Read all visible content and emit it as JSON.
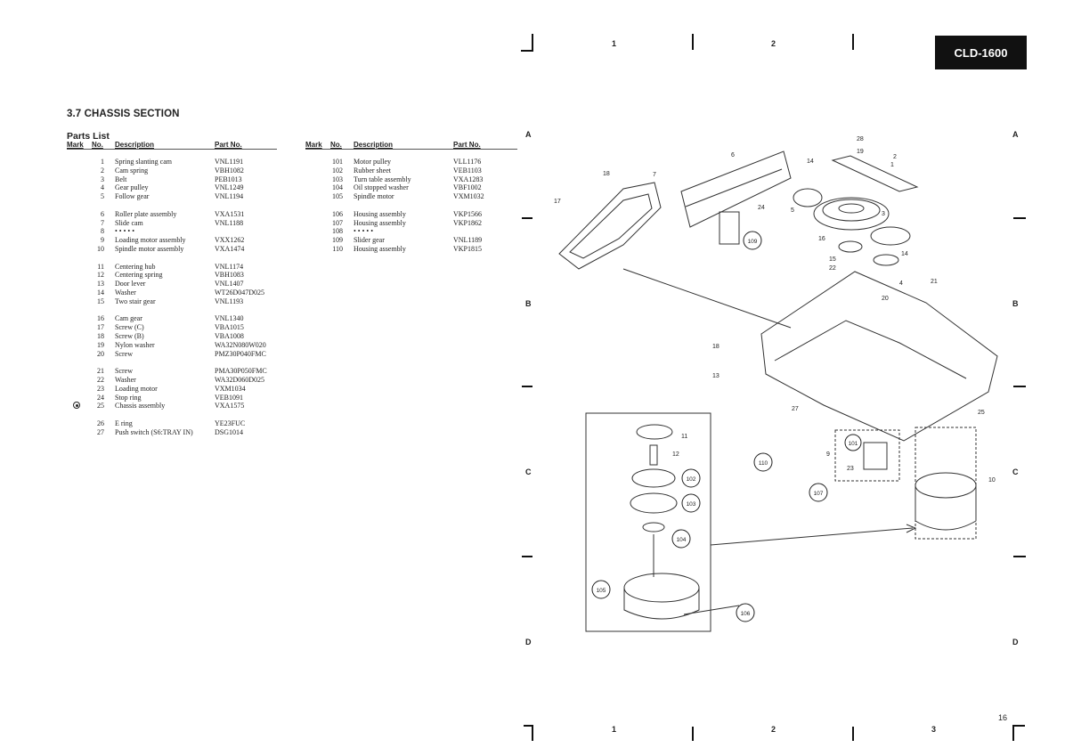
{
  "header": {
    "model": "CLD-1600",
    "page_number": "16"
  },
  "section": {
    "title": "3.7 CHASSIS SECTION",
    "parts_list_title": "Parts List"
  },
  "table_headers": {
    "mark": "Mark",
    "no": "No.",
    "description": "Description",
    "part_no": "Part  No."
  },
  "parts_left": [
    {
      "mark": "",
      "no": "1",
      "description": "Spring slanting cam",
      "part_no": "VNL1191"
    },
    {
      "mark": "",
      "no": "2",
      "description": "Cam spring",
      "part_no": "VBH1082"
    },
    {
      "mark": "",
      "no": "3",
      "description": "Belt",
      "part_no": "PEB1013"
    },
    {
      "mark": "",
      "no": "4",
      "description": "Gear pulley",
      "part_no": "VNL1249"
    },
    {
      "mark": "",
      "no": "5",
      "description": "Follow gear",
      "part_no": "VNL1194"
    },
    {
      "gap": true
    },
    {
      "mark": "",
      "no": "6",
      "description": "Roller plate assembly",
      "part_no": "VXA1531"
    },
    {
      "mark": "",
      "no": "7",
      "description": "Slide cam",
      "part_no": "VNL1188"
    },
    {
      "mark": "",
      "no": "8",
      "description": "• • • • •",
      "part_no": ""
    },
    {
      "mark": "",
      "no": "9",
      "description": "Loading motor assembly",
      "part_no": "VXX1262"
    },
    {
      "mark": "",
      "no": "10",
      "description": "Spindle motor assembly",
      "part_no": "VXA1474"
    },
    {
      "gap": true
    },
    {
      "mark": "",
      "no": "11",
      "description": "Centering hub",
      "part_no": "VNL1174"
    },
    {
      "mark": "",
      "no": "12",
      "description": "Centering spring",
      "part_no": "VBH1083"
    },
    {
      "mark": "",
      "no": "13",
      "description": "Door lever",
      "part_no": "VNL1407"
    },
    {
      "mark": "",
      "no": "14",
      "description": "Washer",
      "part_no": "WT26D047D025"
    },
    {
      "mark": "",
      "no": "15",
      "description": "Two stair gear",
      "part_no": "VNL1193"
    },
    {
      "gap": true
    },
    {
      "mark": "",
      "no": "16",
      "description": "Cam gear",
      "part_no": "VNL1340"
    },
    {
      "mark": "",
      "no": "17",
      "description": "Screw (C)",
      "part_no": "VBA1015"
    },
    {
      "mark": "",
      "no": "18",
      "description": "Screw (B)",
      "part_no": "VBA1008"
    },
    {
      "mark": "",
      "no": "19",
      "description": "Nylon washer",
      "part_no": "WA32N080W020"
    },
    {
      "mark": "",
      "no": "20",
      "description": "Screw",
      "part_no": "PMZ30P040FMC"
    },
    {
      "gap": true
    },
    {
      "mark": "",
      "no": "21",
      "description": "Screw",
      "part_no": "PMA30P050FMC"
    },
    {
      "mark": "",
      "no": "22",
      "description": "Washer",
      "part_no": "WA32D060D025"
    },
    {
      "mark": "",
      "no": "23",
      "description": "Loading motor",
      "part_no": "VXM1034"
    },
    {
      "mark": "",
      "no": "24",
      "description": "Stop ring",
      "part_no": "VEB1091"
    },
    {
      "mark": "safety",
      "no": "25",
      "description": "Chassis assembly",
      "part_no": "VXA1575"
    },
    {
      "gap": true
    },
    {
      "mark": "",
      "no": "26",
      "description": "E ring",
      "part_no": "YE23FUC"
    },
    {
      "mark": "",
      "no": "27",
      "description": "Push switch (S6:TRAY IN)",
      "part_no": "DSG1014"
    }
  ],
  "parts_right": [
    {
      "mark": "",
      "no": "101",
      "description": "Motor pulley",
      "part_no": "VLL1176"
    },
    {
      "mark": "",
      "no": "102",
      "description": "Rubber sheet",
      "part_no": "VEB1103"
    },
    {
      "mark": "",
      "no": "103",
      "description": "Turn table assembly",
      "part_no": "VXA1283"
    },
    {
      "mark": "",
      "no": "104",
      "description": "Oil stopped washer",
      "part_no": "VBF1002"
    },
    {
      "mark": "",
      "no": "105",
      "description": "Spindle motor",
      "part_no": "VXM1032"
    },
    {
      "gap": true
    },
    {
      "mark": "",
      "no": "106",
      "description": "Housing assembly",
      "part_no": "VKP1566"
    },
    {
      "mark": "",
      "no": "107",
      "description": "Housing assembly",
      "part_no": "VKP1862"
    },
    {
      "mark": "",
      "no": "108",
      "description": "• • • • •",
      "part_no": ""
    },
    {
      "mark": "",
      "no": "109",
      "description": "Slider gear",
      "part_no": "VNL1189"
    },
    {
      "mark": "",
      "no": "110",
      "description": "Housing assembly",
      "part_no": "VKP1815"
    }
  ],
  "grid": {
    "columns": [
      "1",
      "2",
      "3"
    ],
    "rows": [
      "A",
      "B",
      "C",
      "D"
    ]
  },
  "diagram_callouts": [
    "1",
    "2",
    "3",
    "4",
    "5",
    "6",
    "7",
    "9",
    "10",
    "11",
    "12",
    "13",
    "14",
    "15",
    "16",
    "17",
    "18",
    "19",
    "20",
    "21",
    "22",
    "23",
    "24",
    "25",
    "27",
    "28",
    "101",
    "102",
    "103",
    "104",
    "105",
    "106",
    "107",
    "109",
    "110"
  ]
}
